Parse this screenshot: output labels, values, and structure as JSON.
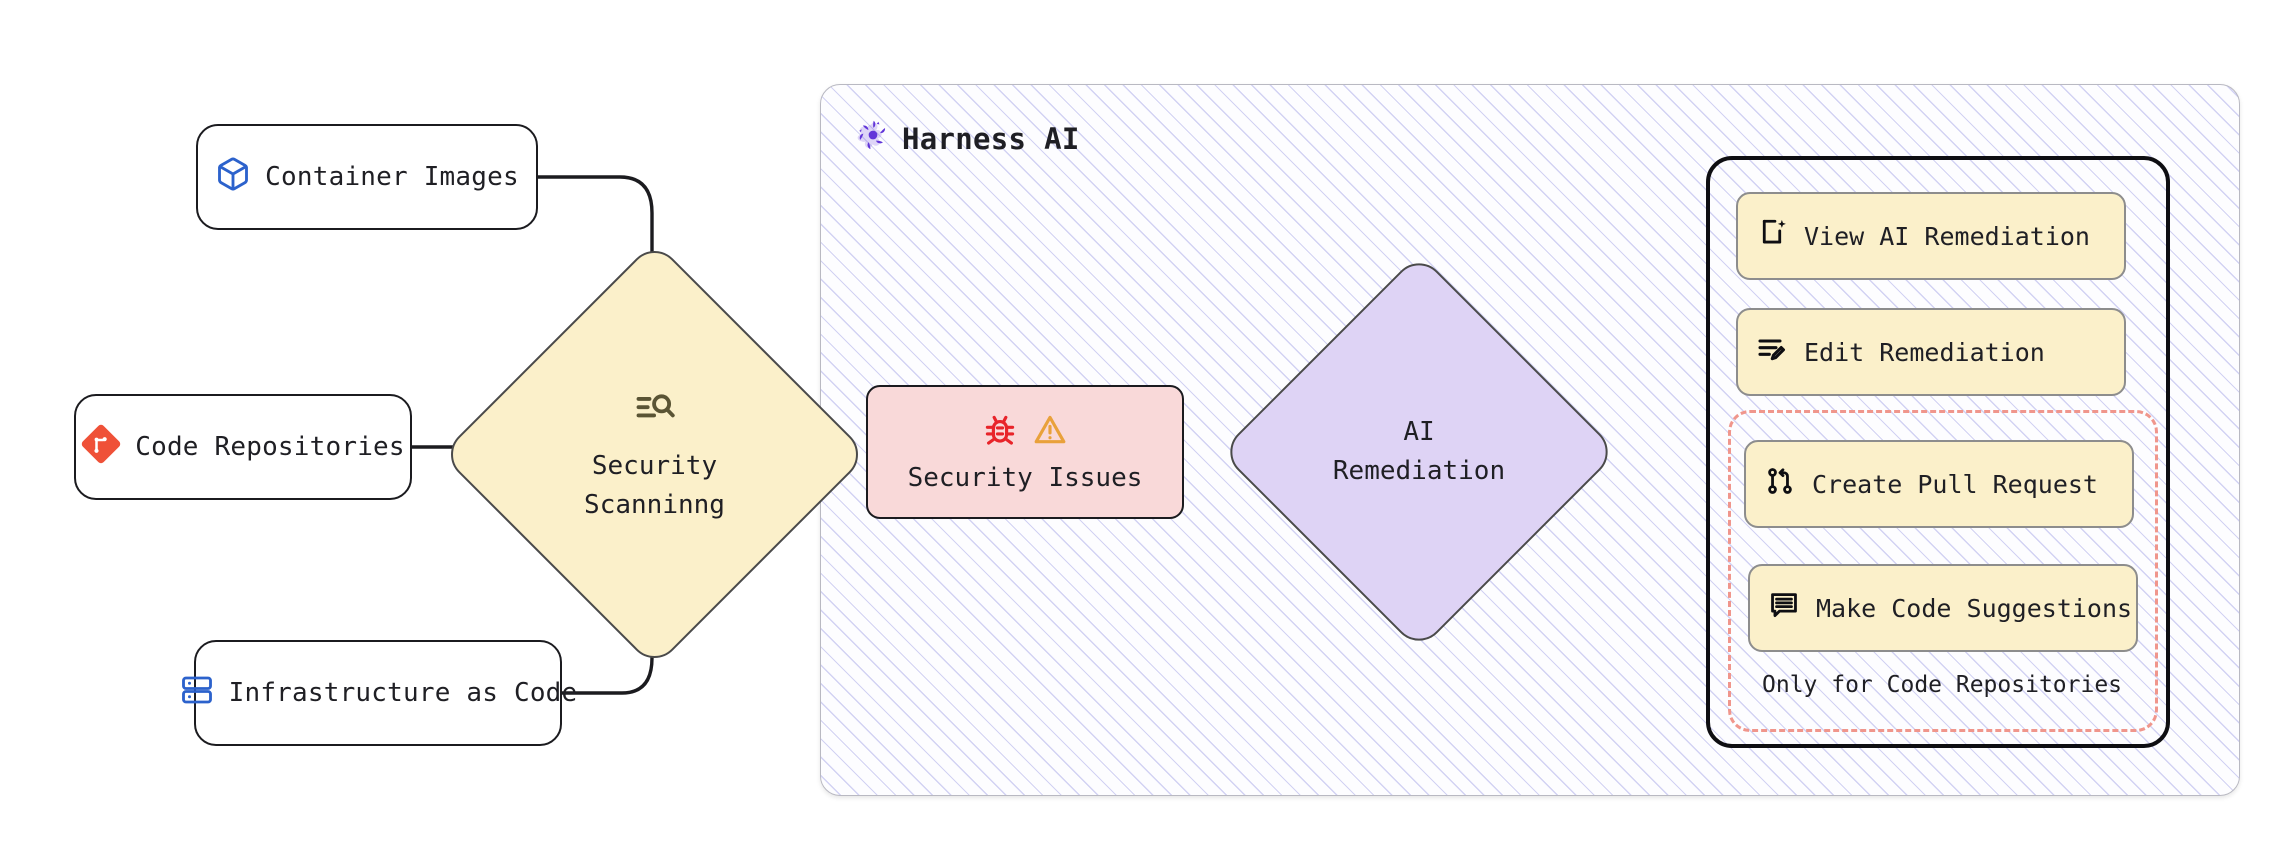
{
  "diagram": {
    "type": "flowchart",
    "title_visible": false
  },
  "sources": [
    {
      "id": "container-images",
      "label": "Container Images",
      "icon": "cube-icon",
      "icon_color": "#2c62cc"
    },
    {
      "id": "code-repositories",
      "label": "Code Repositories",
      "icon": "git-icon",
      "icon_color": "#ef5138"
    },
    {
      "id": "infrastructure-code",
      "label": "Infrastructure as Code",
      "icon": "server-icon",
      "icon_color": "#2c62cc"
    }
  ],
  "scanning": {
    "label_line1": "Security",
    "label_line2": "Scanninng",
    "icon": "scan-search-icon",
    "fill": "#fbf0ca"
  },
  "harness": {
    "title": "Harness AI",
    "logo": "harness-pinwheel-icon",
    "logo_color": "#6236d9",
    "fill": "#fdfdff",
    "hatch_color": "#d2d2f3"
  },
  "issues": {
    "label": "Security Issues",
    "icons": [
      "bug-icon",
      "warning-triangle-icon"
    ],
    "bug_color": "#e8242a",
    "warning_color": "#e9a13b",
    "fill": "#f9d9d9"
  },
  "remediation": {
    "label_line1": "AI",
    "label_line2": "Remediation",
    "fill": "#ded3f5"
  },
  "actions": {
    "items": [
      {
        "id": "view-ai-remediation",
        "label": "View AI Remediation",
        "icon": "doc-sparkle-icon"
      },
      {
        "id": "edit-remediation",
        "label": "Edit Remediation",
        "icon": "lines-pencil-icon"
      },
      {
        "id": "create-pull-request",
        "label": "Create Pull Request",
        "icon": "git-pull-request-icon"
      },
      {
        "id": "make-code-suggestions",
        "label": "Make Code Suggestions",
        "icon": "comment-lines-icon"
      }
    ],
    "group_caption": "Only for Code Repositories",
    "group_border_color": "#f0968c",
    "button_fill": "#fbf0ca"
  }
}
